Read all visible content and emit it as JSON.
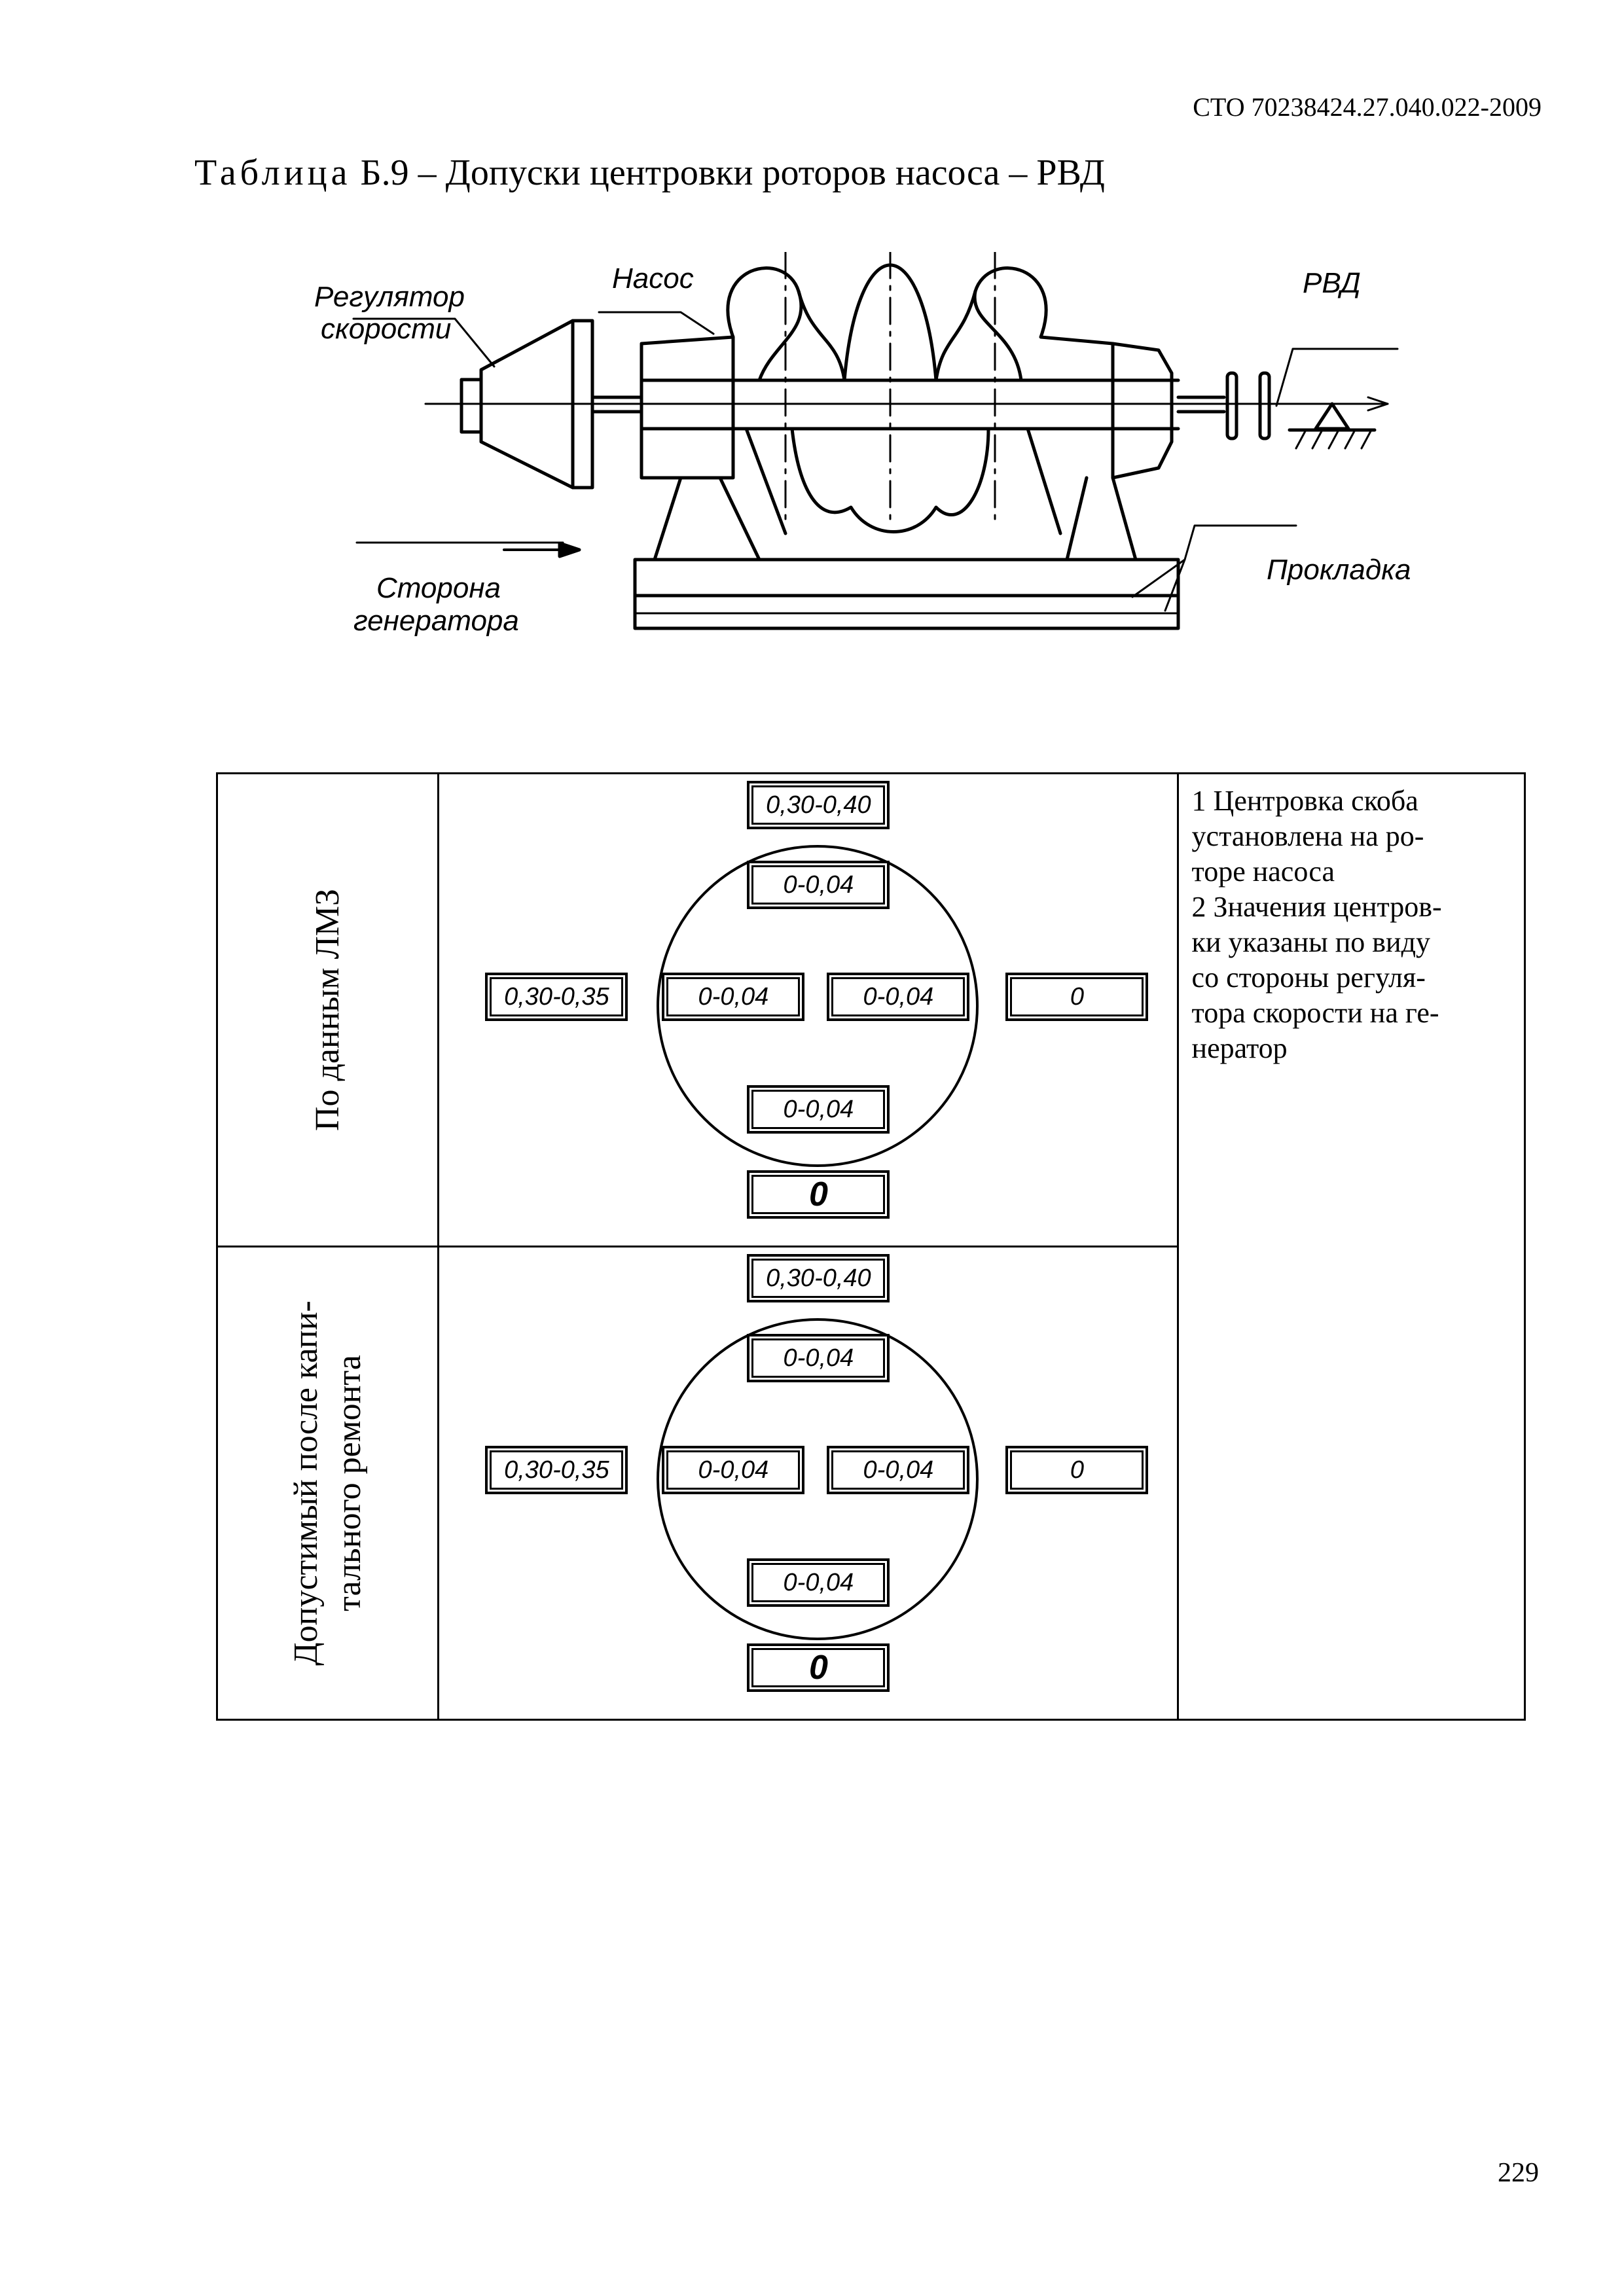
{
  "header": {
    "doc_code": "СТО 70238424.27.040.022-2009"
  },
  "title": {
    "prefix": "Таблица",
    "text": " Б.9 – Допуски центровки роторов насоса – РВД"
  },
  "figure": {
    "labels": {
      "regulator_line1": "Регулятор",
      "regulator_line2": "скорости",
      "pump": "Насос",
      "rvd": "РВД",
      "generator_line1": "Сторона",
      "generator_line2": "генератора",
      "gasket": "Прокладка"
    }
  },
  "table": {
    "rows": [
      {
        "label_lines": [
          "По данным ЛМЗ"
        ],
        "values": {
          "top_outer": "0,30-0,40",
          "top_inner": "0-0,04",
          "left_outer": "0,30-0,35",
          "left_inner": "0-0,04",
          "right_inner": "0-0,04",
          "right_outer": "0",
          "bottom_inner": "0-0,04",
          "bottom_outer": "0"
        }
      },
      {
        "label_lines": [
          "Допустимый после капи-",
          "тального ремонта"
        ],
        "values": {
          "top_outer": "0,30-0,40",
          "top_inner": "0-0,04",
          "left_outer": "0,30-0,35",
          "left_inner": "0-0,04",
          "right_inner": "0-0,04",
          "right_outer": "0",
          "bottom_inner": "0-0,04",
          "bottom_outer": "0"
        }
      }
    ],
    "notes": [
      "1 Центровка скоба",
      "установлена на ро-",
      "торе насоса",
      "2 Значения центров-",
      "ки указаны по виду",
      "со стороны регуля-",
      "тора скорости на ге-",
      "нератор"
    ]
  },
  "footer": {
    "page_number": "229"
  }
}
